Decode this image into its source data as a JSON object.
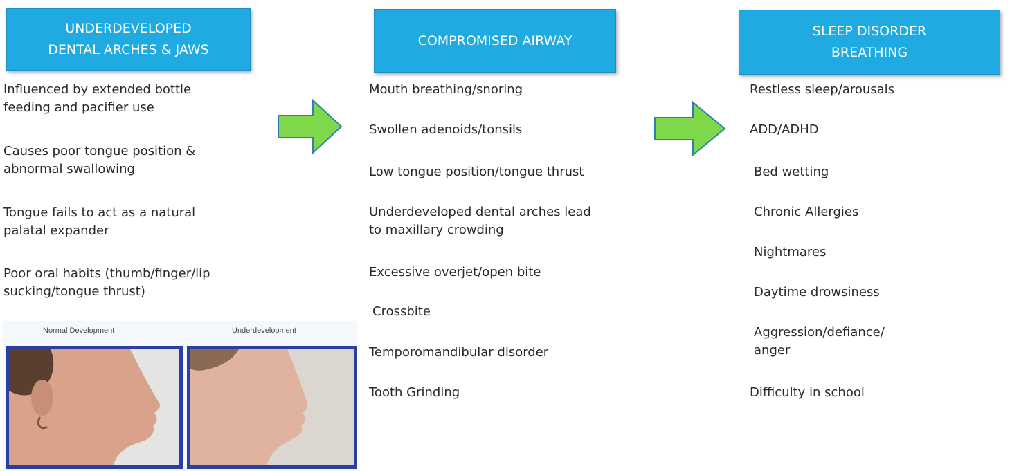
{
  "columns": [
    {
      "header_lines": [
        "UNDERDEVELOPED",
        "DENTAL ARCHES & JAWS"
      ],
      "items": [
        [
          "Influenced by extended bottle",
          "feeding and pacifier use"
        ],
        [
          "Causes poor tongue position &",
          "abnormal swallowing"
        ],
        [
          "Tongue fails to act as a natural",
          "palatal expander"
        ],
        [
          "Poor oral habits (thumb/finger/lip",
          "sucking/tongue thrust)"
        ]
      ]
    },
    {
      "header_lines": [
        "COMPROMISED AIRWAY"
      ],
      "items": [
        [
          "Mouth breathing/snoring"
        ],
        [
          "Swollen adenoids/tonsils"
        ],
        [
          "Low tongue position/tongue thrust"
        ],
        [
          "Underdeveloped dental arches lead",
          "to maxillary crowding"
        ],
        [
          "Excessive overjet/open bite"
        ],
        [
          "Crossbite"
        ],
        [
          "Temporomandibular disorder"
        ],
        [
          "Tooth Grinding"
        ]
      ]
    },
    {
      "header_lines": [
        "SLEEP DISORDER",
        "BREATHING"
      ],
      "items": [
        [
          "Restless sleep/arousals"
        ],
        [
          "ADD/ADHD"
        ],
        [
          "Bed wetting"
        ],
        [
          "Chronic Allergies"
        ],
        [
          "Nightmares"
        ],
        [
          "Daytime drowsiness"
        ],
        [
          "Aggression/defiance/",
          "anger"
        ],
        [
          "Difficulty in school"
        ]
      ]
    }
  ],
  "photo": {
    "caption_left": "Normal Development",
    "caption_right": "Underdevelopment"
  },
  "colors": {
    "header_fill": "#1faae1",
    "arrow_fill": "#7ed84a",
    "arrow_stroke": "#2f7fb0",
    "photo_frame": "#2b3fa3"
  }
}
